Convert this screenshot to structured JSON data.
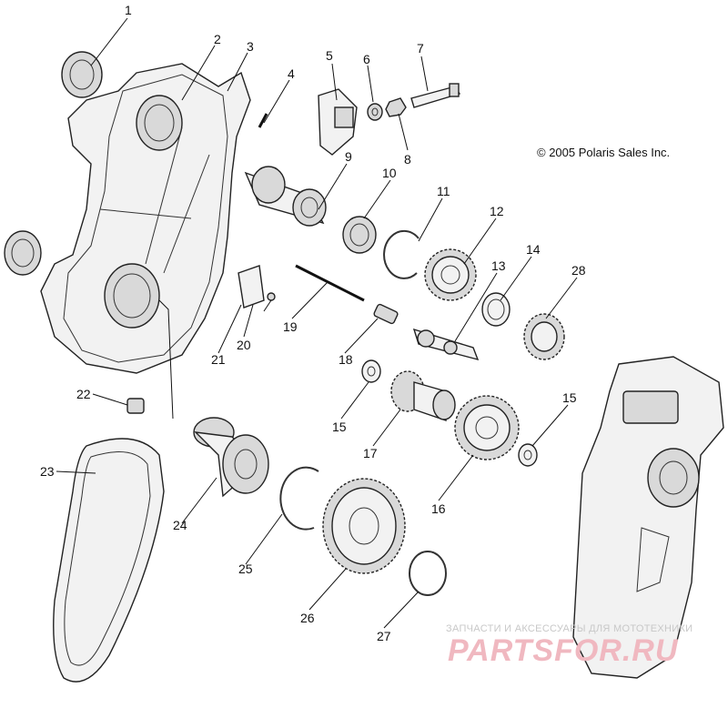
{
  "diagram": {
    "copyright": "© 2005 Polaris Sales Inc.",
    "callouts": [
      "1",
      "2",
      "3",
      "4",
      "5",
      "6",
      "7",
      "8",
      "9",
      "10",
      "11",
      "12",
      "13",
      "14",
      "15",
      "15",
      "16",
      "17",
      "18",
      "19",
      "20",
      "21",
      "22",
      "23",
      "24",
      "25",
      "26",
      "27",
      "28"
    ],
    "watermark": {
      "caption": "ЗАПЧАСТИ И АКСЕССУАРЫ ДЛЯ МОТОТЕХНИКИ",
      "brand": "PARTSFOR.RU"
    }
  }
}
